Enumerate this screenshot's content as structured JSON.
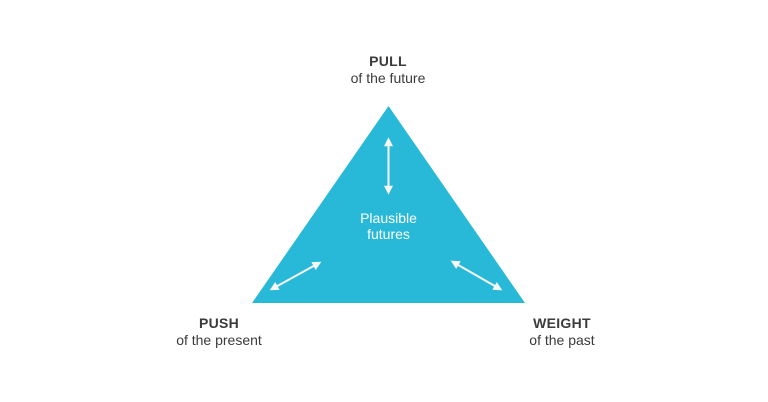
{
  "diagram": {
    "center": {
      "line1": "Plausible",
      "line2": "futures"
    },
    "nodes": {
      "top": {
        "title": "PULL",
        "subtitle": "of the future"
      },
      "bottom_left": {
        "title": "PUSH",
        "subtitle": "of the present"
      },
      "bottom_right": {
        "title": "WEIGHT",
        "subtitle": "of the past"
      }
    },
    "colors": {
      "triangle": "#29B9D8",
      "arrow": "#F7F7F7",
      "center_text": "#FFFFFF",
      "label_text": "#3B3B3B",
      "background": "#FFFFFF"
    }
  }
}
